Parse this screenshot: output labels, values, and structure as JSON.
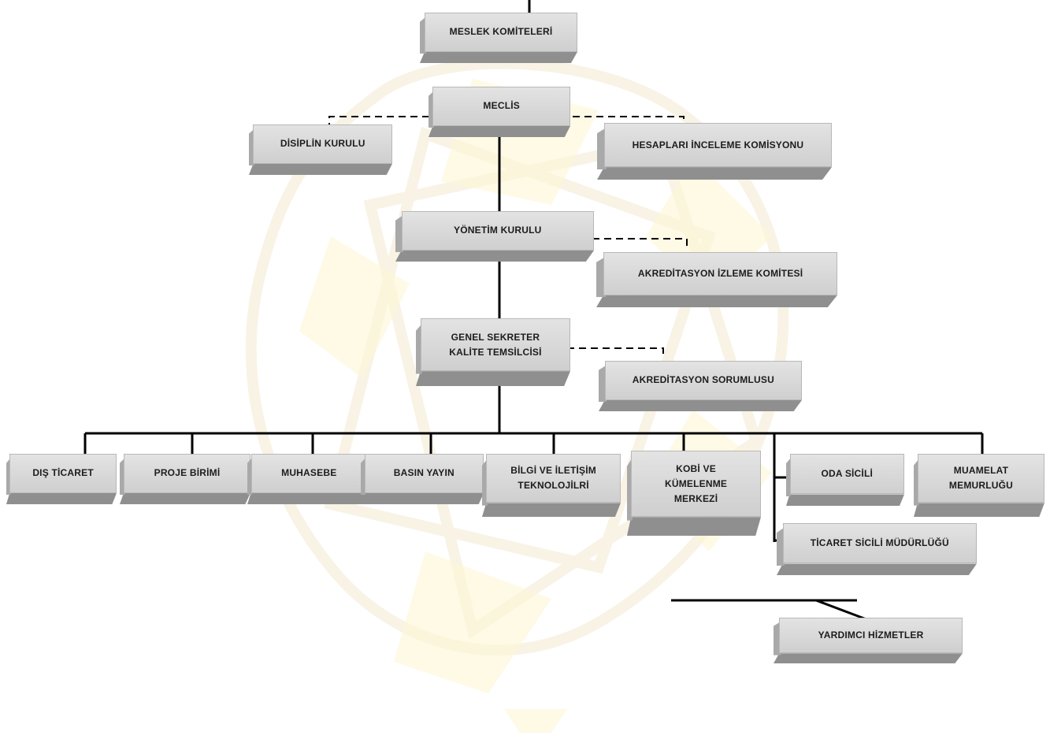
{
  "nodes": {
    "meslek_komiteleri": "MESLEK  KOMİTELERİ",
    "meclis": "MECLİS",
    "disiplin_kurulu": "DİSİPLİN  KURULU",
    "hesaplari_inceleme": "HESAPLARI  İNCELEME  KOMİSYONU",
    "yonetim_kurulu": "YÖNETİM  KURULU",
    "akreditasyon_izleme": "AKREDİTASYON  İZLEME  KOMİTESİ",
    "genel_sekreter": "GENEL SEKRETER\nKALİTE TEMSİLCİSİ",
    "akreditasyon_sorumlusu": "AKREDİTASYON   SORUMLUSU",
    "dis_ticaret": "DIŞ TİCARET",
    "proje_birimi": "PROJE BİRİMİ",
    "muhasebe": "MUHASEBE",
    "basin_yayin": "BASIN  YAYIN",
    "bilgi_iletisim": "BİLGİ VE İLETİŞİM\nTEKNOLOJİLRİ",
    "kobi": "KOBİ VE\nKÜMELENME\nMERKEZİ",
    "oda_sicili": "ODA SİCİLİ",
    "muamelat": "MUAMELAT\nMEMURLUĞU",
    "ticaret_sicili": "TİCARET  SİCİLİ  MÜDÜRLÜĞÜ",
    "yardimci_hizmetler": "YARDIMCI  HİZMETLER"
  },
  "colors": {
    "box_face": "#d9d9d9",
    "box_shadow": "#8f8f8f",
    "connector": "#000000",
    "watermark": "#fdf6cc"
  }
}
